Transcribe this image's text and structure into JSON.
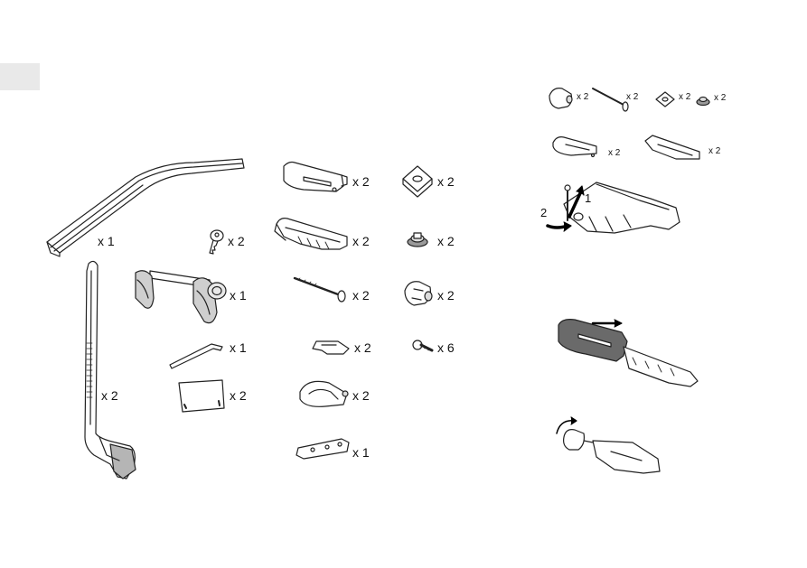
{
  "parts": {
    "rail_qty": "x 1",
    "key_qty": "x 2",
    "wheel_holder_qty": "x 1",
    "hex_key_qty": "x 1",
    "sticker_qty": "x 2",
    "frame_arm_qty": "x 2",
    "strap_a_qty": "x 2",
    "square_nut_qty": "x 2",
    "strap_b_qty": "x 2",
    "washer_screw_qty": "x 2",
    "long_bolt_qty": "x 2",
    "knob_qty": "x 2",
    "clip_qty": "x 2",
    "screw_qty": "x 6",
    "end_cap_qty": "x 2",
    "bracket_qty": "x 1"
  },
  "assembly": {
    "knob_qty": "x 2",
    "bolt_qty": "x 2",
    "nut_qty": "x 2",
    "screw_qty": "x 2",
    "strap_a_qty": "x 2",
    "strap_b_qty": "x 2",
    "step_1": "1",
    "step_2": "2"
  }
}
